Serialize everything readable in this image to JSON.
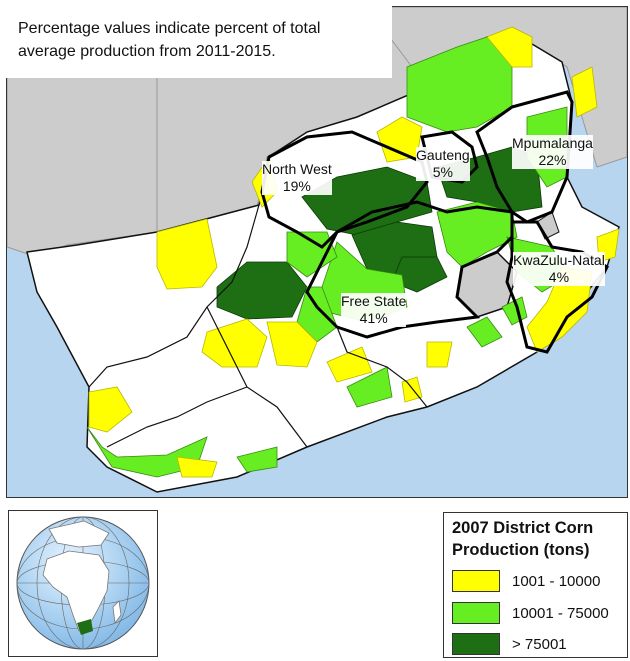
{
  "note": {
    "line1": "Percentage values indicate percent of total",
    "line2": "average production from 2011-2015."
  },
  "provinces": [
    {
      "name": "North West",
      "pct": "19%"
    },
    {
      "name": "Gauteng",
      "pct": "5%"
    },
    {
      "name": "Mpumalanga",
      "pct": "22%"
    },
    {
      "name": "KwaZulu-Natal",
      "pct": "4%"
    },
    {
      "name": "Free State",
      "pct": "41%"
    }
  ],
  "legend": {
    "title_line1": "2007 District Corn",
    "title_line2": "Production (tons)",
    "items": [
      {
        "label": "1001 - 10000",
        "color": "#ffff00"
      },
      {
        "label": "10001 - 75000",
        "color": "#66ee22"
      },
      {
        "label": "> 75001",
        "color": "#1e6e14"
      }
    ]
  },
  "colors": {
    "ocean": "#b7d5ee",
    "neighbor_land": "#cccccc",
    "country": "#ffffff",
    "low": "#ffff00",
    "mid": "#66ee22",
    "high": "#1e6e14"
  }
}
